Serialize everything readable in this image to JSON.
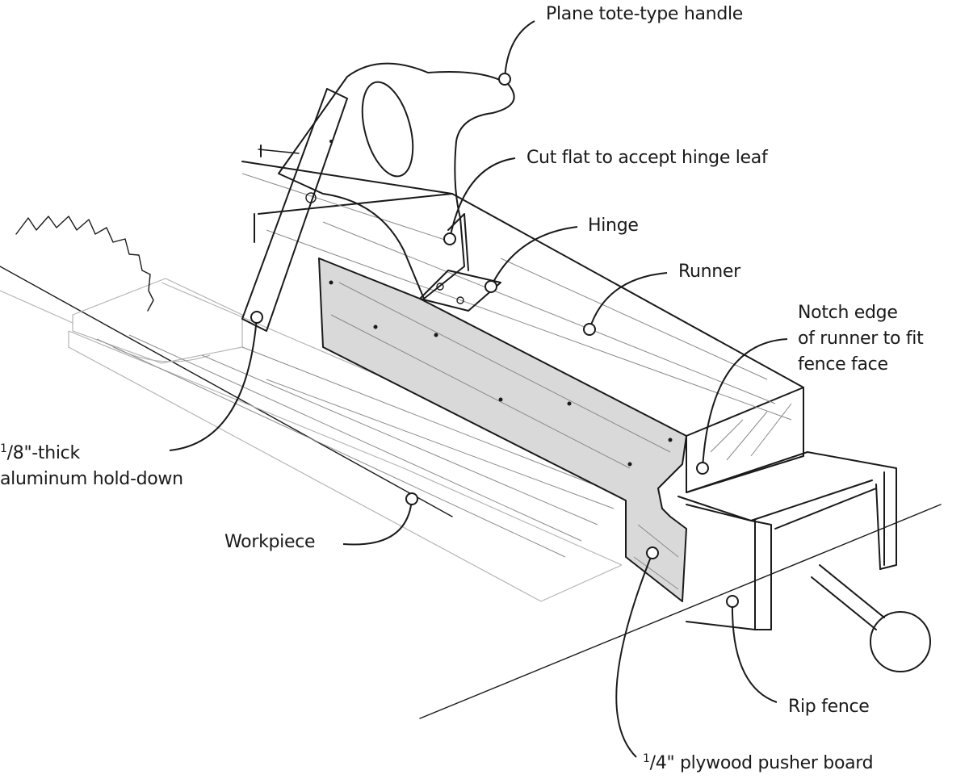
{
  "title": "Tablesaw pusher jig with plane tote-type handle",
  "colors": {
    "ink": "#1a1a1a",
    "pusher_board_fill": "#d9d9d9",
    "background": "#ffffff"
  },
  "callouts": [
    {
      "id": "handle",
      "text": "Plane tote-type handle"
    },
    {
      "id": "cut-flat",
      "text": "Cut flat to accept hinge leaf"
    },
    {
      "id": "hinge",
      "text": "Hinge"
    },
    {
      "id": "runner",
      "text": "Runner"
    },
    {
      "id": "notch",
      "lines": [
        "Notch edge",
        "of runner to fit",
        "fence face"
      ]
    },
    {
      "id": "hold-down",
      "fraction_num": "1",
      "fraction_den": "8",
      "lines": [
        "\"-thick",
        "aluminum hold-down"
      ]
    },
    {
      "id": "workpiece",
      "text": "Workpiece"
    },
    {
      "id": "rip-fence",
      "text": "Rip fence"
    },
    {
      "id": "pusher-board",
      "fraction_num": "1",
      "fraction_den": "4",
      "text": "\" plywood pusher board"
    }
  ]
}
